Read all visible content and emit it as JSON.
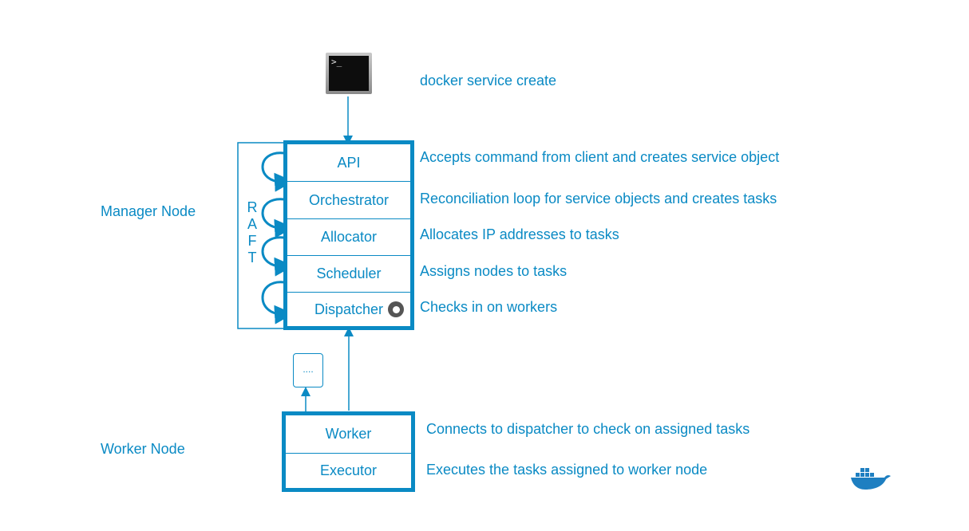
{
  "terminal": {
    "prompt": ">_"
  },
  "command": "docker service create",
  "labels": {
    "manager": "Manager Node",
    "worker": "Worker Node"
  },
  "raft": [
    "R",
    "A",
    "F",
    "T"
  ],
  "manager_components": [
    {
      "name": "API",
      "description": "Accepts command from client and creates service object"
    },
    {
      "name": "Orchestrator",
      "description": "Reconciliation loop for service objects and creates tasks"
    },
    {
      "name": "Allocator",
      "description": "Allocates IP addresses to tasks"
    },
    {
      "name": "Scheduler",
      "description": "Assigns nodes to tasks"
    },
    {
      "name": "Dispatcher",
      "description": "Checks in on workers"
    }
  ],
  "worker_components": [
    {
      "name": "Worker",
      "description": "Connects to dispatcher to check on assigned tasks"
    },
    {
      "name": "Executor",
      "description": "Executes the tasks assigned to worker node"
    }
  ],
  "pending_box": "....",
  "icons": {
    "terminal": "terminal-icon",
    "badge": "dispatcher-badge-icon",
    "logo": "docker-whale-icon"
  },
  "colors": {
    "accent": "#0a8ac4"
  }
}
